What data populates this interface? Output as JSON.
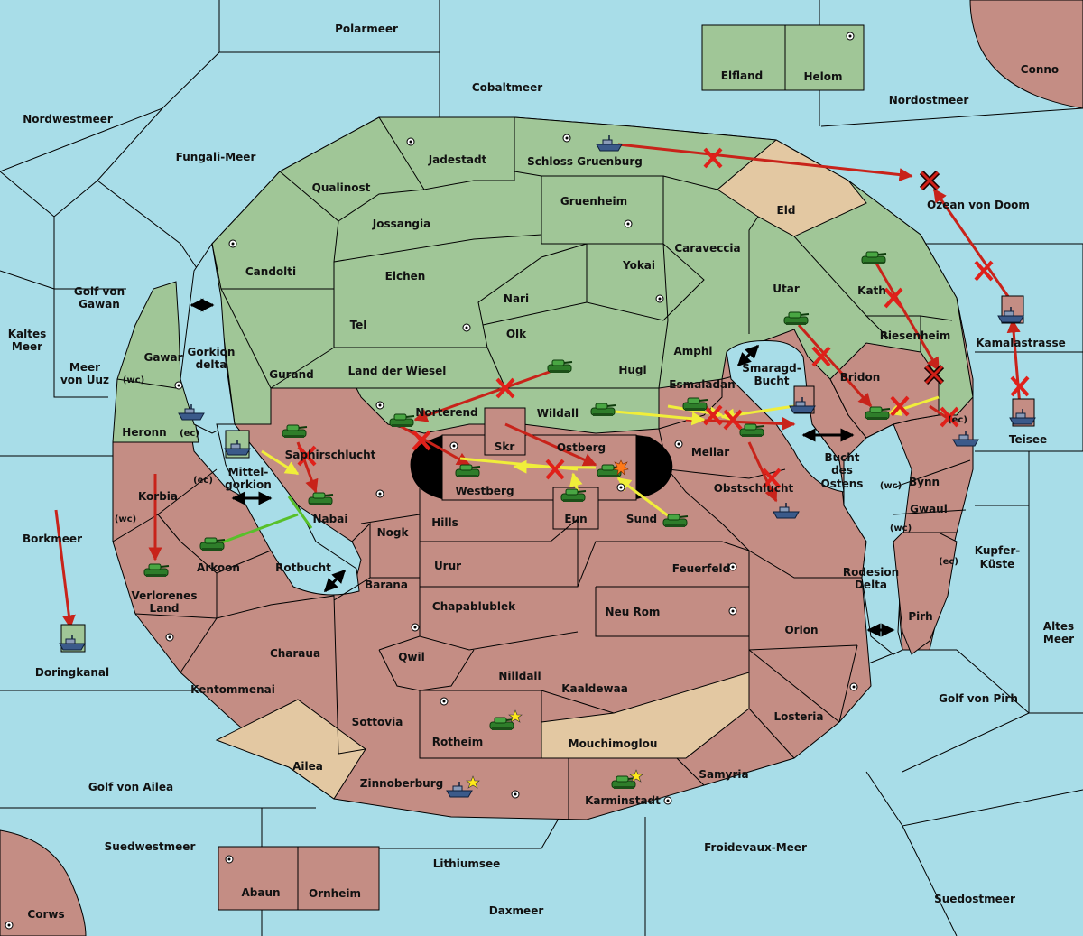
{
  "regions": {
    "polarmeer": "Polarmeer",
    "elfland": "Elfland",
    "helom": "Helom",
    "conno": "Conno",
    "cobaltmeer": "Cobaltmeer",
    "nordostmeer": "Nordostmeer",
    "nordwestmeer": "Nordwestmeer",
    "fungali_meer": "Fungali-Meer",
    "jadestadt": "Jadestadt",
    "schloss_gruenburg": "Schloss Gruenburg",
    "qualinost": "Qualinost",
    "jossangia": "Jossangia",
    "gruenheim": "Gruenheim",
    "eld": "Eld",
    "ozean_von_doom": "Ozean von Doom",
    "candolti": "Candolti",
    "elchen": "Elchen",
    "caraveccia": "Caraveccia",
    "yokai": "Yokai",
    "nari": "Nari",
    "utar": "Utar",
    "kath": "Kath",
    "golf_von_gawan": "Golf von Gawan",
    "kaltes_meer": "Kaltes Meer",
    "tel": "Tel",
    "olk": "Olk",
    "riesenheim": "Riesenheim",
    "kamalastrasse": "Kamalastrasse",
    "gawar": "Gawar",
    "gorkion_delta": "Gorkion delta",
    "meer_von_uuz": "Meer von Uuz",
    "amphi": "Amphi",
    "land_der_wiesel": "Land der Wiesel",
    "hugl": "Hugl",
    "gurand": "Gurand",
    "smaragd_bucht": "Smaragd-Bucht",
    "bridon": "Bridon",
    "esmaladan": "Esmaladan",
    "norterend": "Norterend",
    "wildall": "Wildall",
    "heronn": "Heronn",
    "teisee": "Teisee",
    "skr": "Skr",
    "ostberg": "Ostberg",
    "mellar": "Mellar",
    "saphirschlucht": "Saphirschlucht",
    "bucht_des_ostens": "Bucht des Ostens",
    "mittel_gorkion": "Mittel-gorkion",
    "westberg": "Westberg",
    "korbia": "Korbia",
    "obstschlucht": "Obstschlucht",
    "bynn": "Bynn",
    "nabai": "Nabai",
    "eun": "Eun",
    "hills": "Hills",
    "sund": "Sund",
    "gwaul": "Gwaul",
    "borkmeer": "Borkmeer",
    "nogk": "Nogk",
    "kupfer_kueste": "Kupfer-Küste",
    "arkoon": "Arkoon",
    "rotbucht": "Rotbucht",
    "urur": "Urur",
    "feuerfeld": "Feuerfeld",
    "verlorenes_land": "Verlorenes Land",
    "barana": "Barana",
    "rodesion_delta": "Rodesion Delta",
    "chapablublek": "Chapablublek",
    "neu_rom": "Neu Rom",
    "pirh": "Pirh",
    "orlon": "Orlon",
    "altes_meer": "Altes Meer",
    "doringkanal": "Doringkanal",
    "qwil": "Qwil",
    "nilldall": "Nilldall",
    "charaua": "Charaua",
    "kaaldewaa": "Kaaldewaa",
    "kentommenai": "Kentommenai",
    "golf_von_pirh": "Golf von Pirh",
    "losteria": "Losteria",
    "sottovia": "Sottovia",
    "rotheim": "Rotheim",
    "mouchimoglou": "Mouchimoglou",
    "ailea": "Ailea",
    "samyria": "Samyria",
    "golf_von_ailea": "Golf von Ailea",
    "zinnoberburg": "Zinnoberburg",
    "karminstadt": "Karminstadt",
    "suedwestmeer": "Suedwestmeer",
    "froidevaux_meer": "Froidevaux-Meer",
    "abaun": "Abaun",
    "ornheim": "Ornheim",
    "lithiumsee": "Lithiumsee",
    "suedostmeer": "Suedostmeer",
    "corws": "Corws",
    "daxmeer": "Daxmeer"
  },
  "coasts": {
    "wc": "(wc)",
    "ec": "(ec)"
  },
  "colors": {
    "sea": "#a8dde8",
    "green_power": "#a0c697",
    "red_power": "#c48d84",
    "neutral": "#e3c8a2",
    "move_fail": "#c8231a",
    "support": "#f0ee3a",
    "convoy": "#58c02a"
  },
  "icons": {
    "army": "tank-icon",
    "fleet": "ship-icon",
    "supply_center": "supply-center-icon",
    "star": "star-icon",
    "failed": "x-mark-icon"
  }
}
